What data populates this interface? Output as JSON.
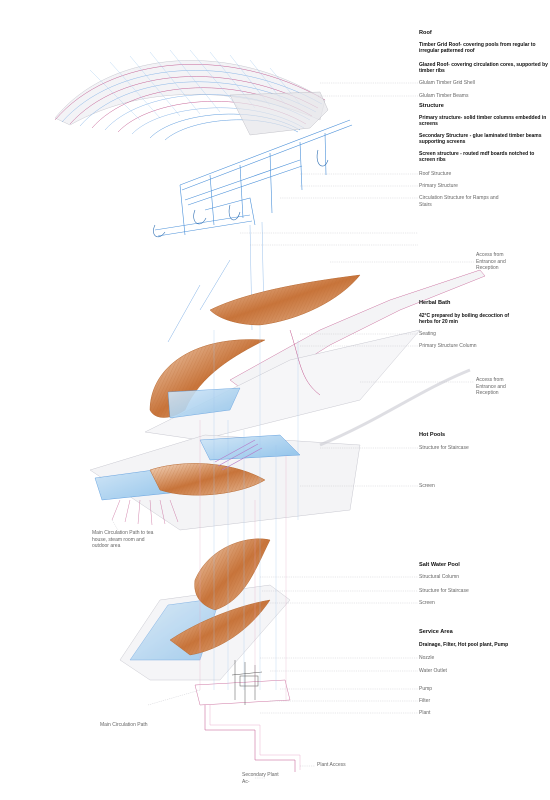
{
  "roof": {
    "heading": "Roof",
    "desc1": "Timber Grid Roof- covering pools from regular to irregular patterned roof",
    "desc2": "Glazed Roof- covering circulation cores, supported by timber ribs",
    "label1": "Glulam Timber Grid Shell",
    "label2": "Glulam Timber Beams"
  },
  "structure": {
    "heading": "Structure",
    "desc1": "Primary structure- solid timber columns embedded in screens",
    "desc2": "Secondary Structure - glue laminated timber beams supporting screens",
    "desc3": "Screen structure - routed mdf boards notched to screen ribs",
    "label1": "Roof Structure",
    "label2": "Primary Structure",
    "label3": "Circulation Structure for Ramps and Stairs"
  },
  "access1": "Access from Entrance and Reception",
  "herbal": {
    "heading": "Herbal Bath",
    "desc": "42°C prepared by boiling decoction of herbs for 20 min",
    "label1": "Seating",
    "label2": "Primary Structure Column"
  },
  "access2": "Access from Entrance and Reception",
  "hot": {
    "heading": "Hot Pools",
    "label1": "Structure for Staircase",
    "label2": "Screen"
  },
  "main_circ1": "Main Circulation Path to tea house, steam room and outdoor area",
  "salt": {
    "heading": "Salt Water Pool",
    "label1": "Structural Column",
    "label2": "Structure for Staircase",
    "label3": "Screen"
  },
  "service": {
    "heading": "Service Area",
    "desc": "Drainage, Filter, Hot pool plant, Pump",
    "label1": "Nozzle",
    "label2": "Water Outlet",
    "label3": "Pump",
    "label4": "Filter",
    "label5": "Plant"
  },
  "main_circ2": "Main Circulation Path",
  "plant_access": "Plant Access",
  "secondary": "Secondary Plant Ac-",
  "colors": {
    "blue": "#4a90d9",
    "pink": "#c0508a",
    "orange": "#c8743a",
    "grey": "#9a9a9a"
  }
}
